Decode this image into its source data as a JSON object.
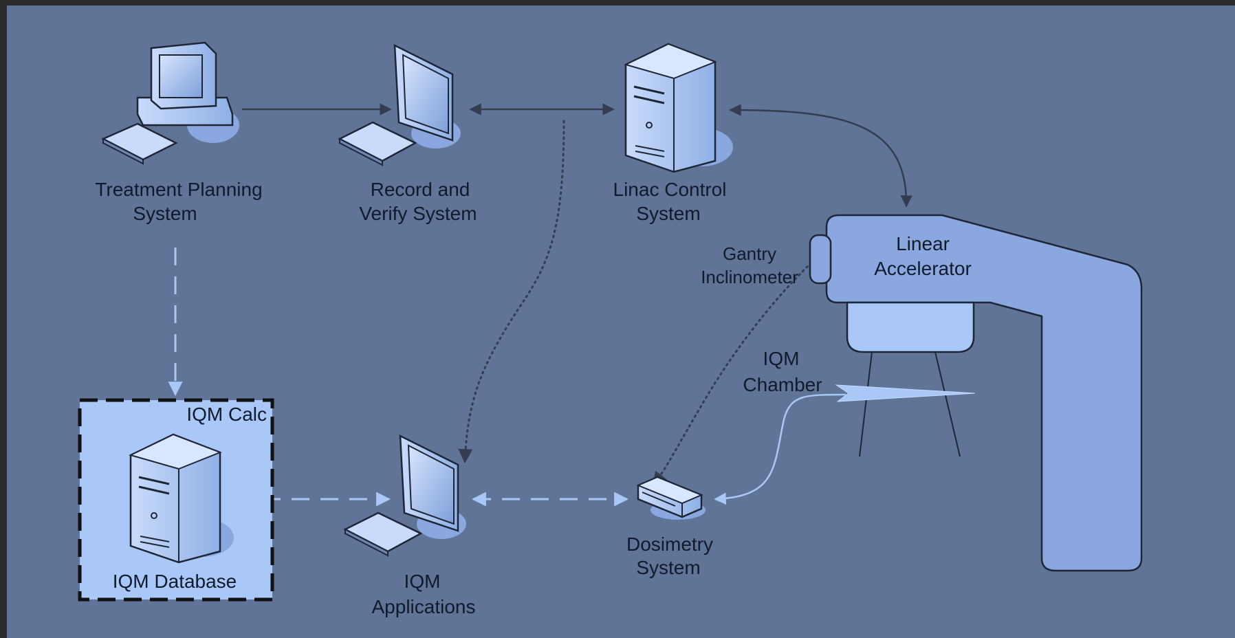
{
  "diagram": {
    "background": "#5f7496",
    "frame": "#2a2a2a",
    "accent_light": "#a9c7f7",
    "accent_mid": "#8aa8df",
    "nodes": {
      "tps": {
        "line1": "Treatment Planning",
        "line2": "System",
        "icon": "desktop-computer-icon"
      },
      "rvs": {
        "line1": "Record and",
        "line2": "Verify System",
        "icon": "monitor-keyboard-icon"
      },
      "linac_control": {
        "line1": "Linac Control",
        "line2": "System",
        "icon": "tower-server-icon"
      },
      "linac": {
        "line1": "Linear",
        "line2": "Accelerator"
      },
      "gantry": {
        "line1": "Gantry",
        "line2": "Inclinometer"
      },
      "chamber": {
        "line1": "IQM",
        "line2": "Chamber"
      },
      "iqm_calc": {
        "title": "IQM Calc",
        "db_label": "IQM Database",
        "icon": "database-server-icon"
      },
      "iqm_apps": {
        "line1": "IQM",
        "line2": "Applications",
        "icon": "monitor-keyboard-icon"
      },
      "dosimetry": {
        "line1": "Dosimetry",
        "line2": "System",
        "icon": "dosimetry-device-icon"
      }
    }
  }
}
